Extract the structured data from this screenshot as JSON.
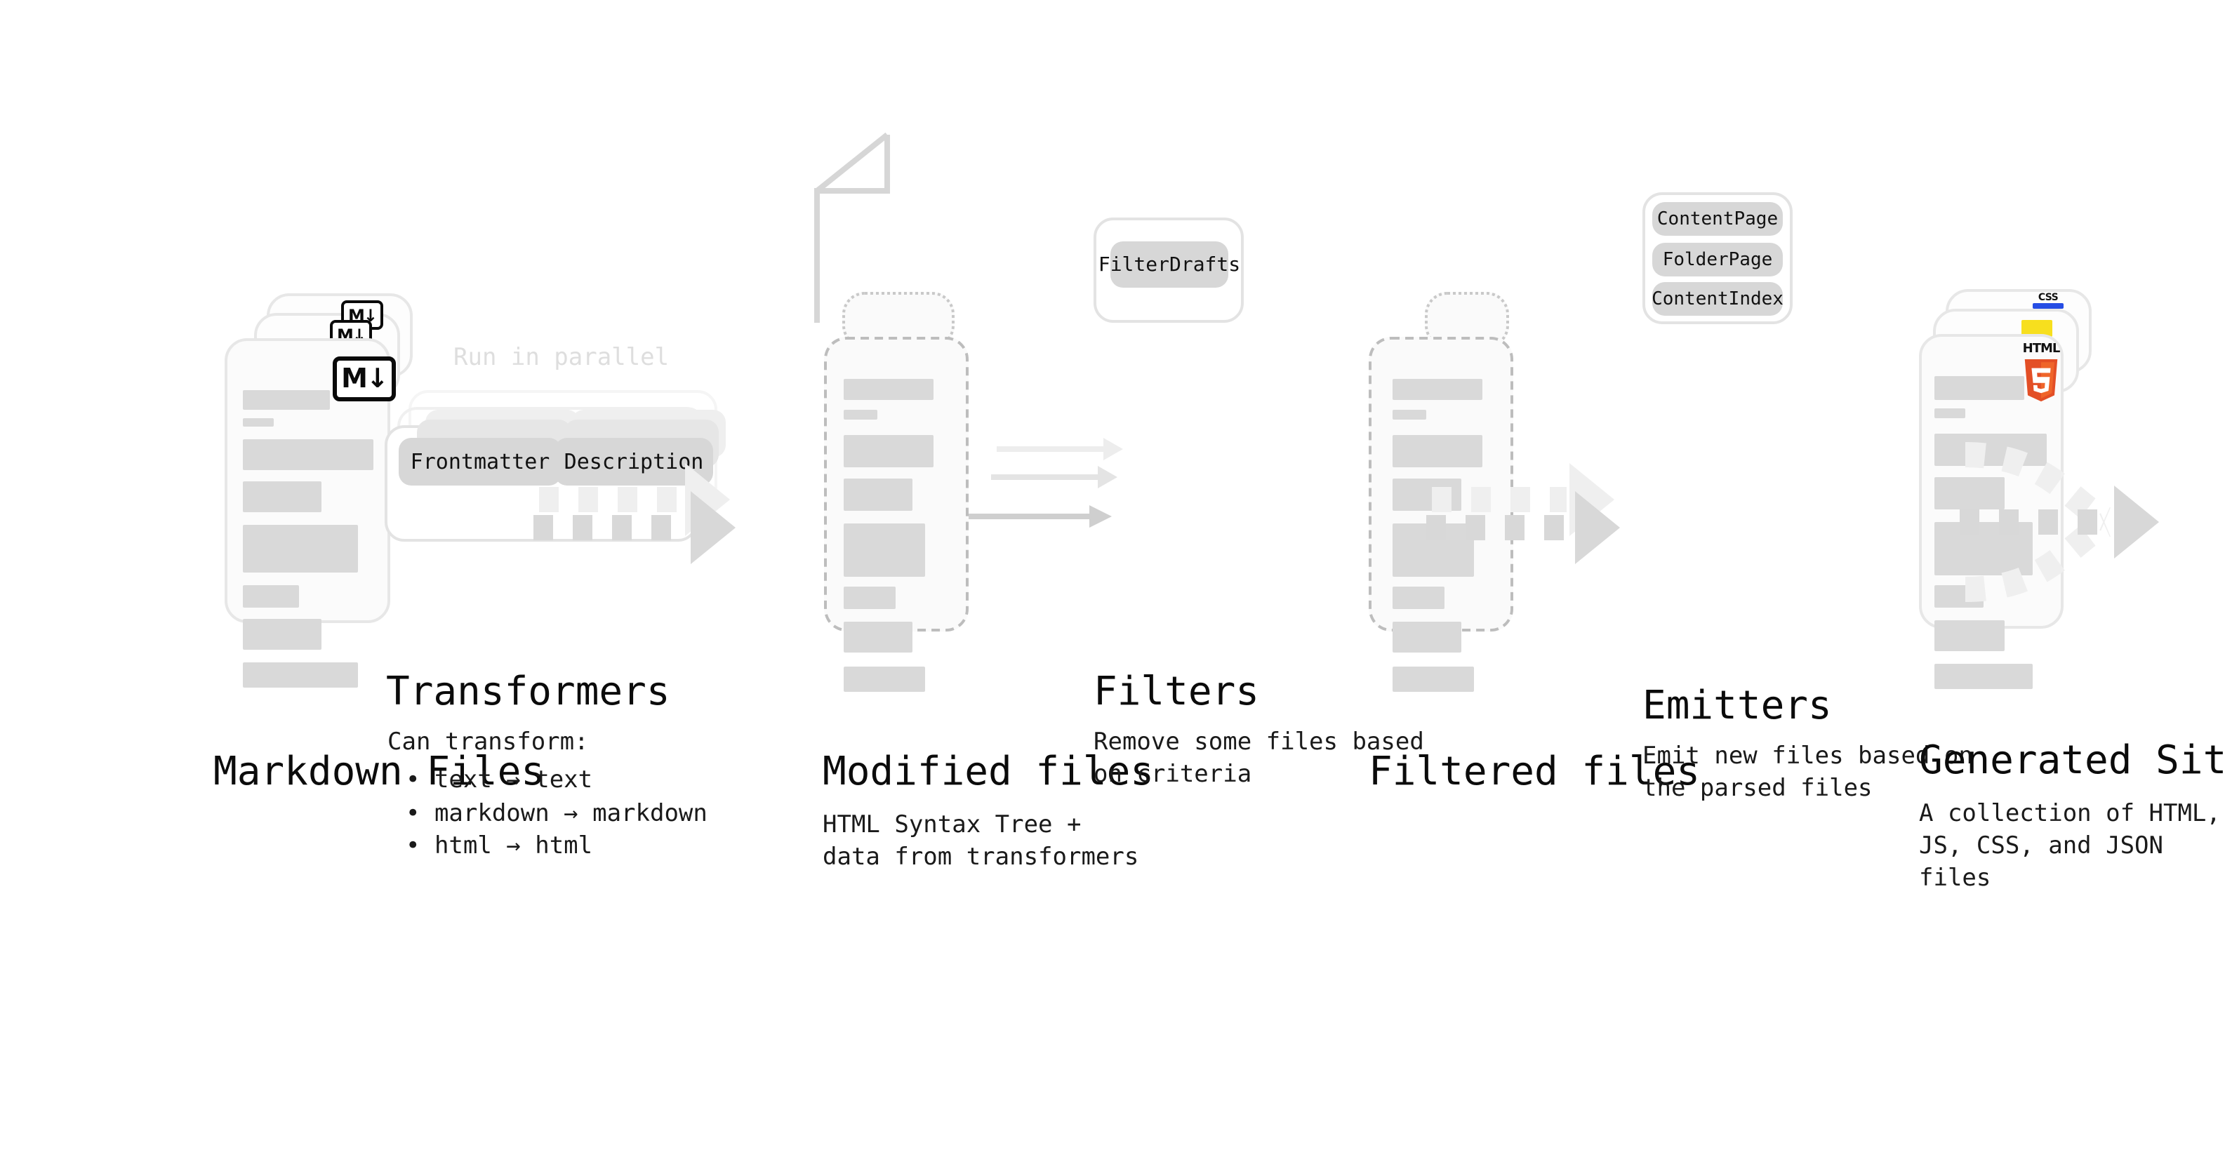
{
  "diagram": {
    "title_font_color": "#0b0b0b",
    "accent_colors": {
      "css_blue": "#264de4",
      "js_yellow": "#f7df1e",
      "html5_orange": "#e34f26",
      "html5_orange_dark": "#ef652a",
      "skeleton_gray": "#d9d9d9",
      "pill_gray": "#d7d7d7",
      "arrow_gray": "#d5d5d5"
    },
    "stages": [
      {
        "id": "markdown-files",
        "title": "Markdown Files",
        "subtitle": "",
        "badge": "M↓",
        "badge_name": "markdown-badge"
      },
      {
        "id": "transformers",
        "title": "Transformers",
        "subtitle": "Can transform:",
        "bullets": [
          "• text → text",
          "• markdown → markdown",
          "• html → html"
        ],
        "annotation": "Run in parallel",
        "pills": [
          "Frontmatter",
          "Description"
        ]
      },
      {
        "id": "modified-files",
        "title": "Modified files",
        "subtitle": "HTML Syntax Tree +\ndata from transformers"
      },
      {
        "id": "filters",
        "title": "Filters",
        "subtitle": "Remove some files based\non criteria",
        "pills": [
          "FilterDrafts"
        ]
      },
      {
        "id": "filtered-files",
        "title": "Filtered files",
        "subtitle": ""
      },
      {
        "id": "emitters",
        "title": "Emitters",
        "subtitle": "Emit new files based on\nthe parsed files",
        "pills": [
          "ContentPage",
          "FolderPage",
          "ContentIndex"
        ]
      },
      {
        "id": "generated-site",
        "title": "Generated Site",
        "subtitle": "A collection of HTML,\nJS, CSS, and JSON files",
        "badges": [
          "CSS",
          "JS",
          "HTML5"
        ]
      }
    ]
  }
}
